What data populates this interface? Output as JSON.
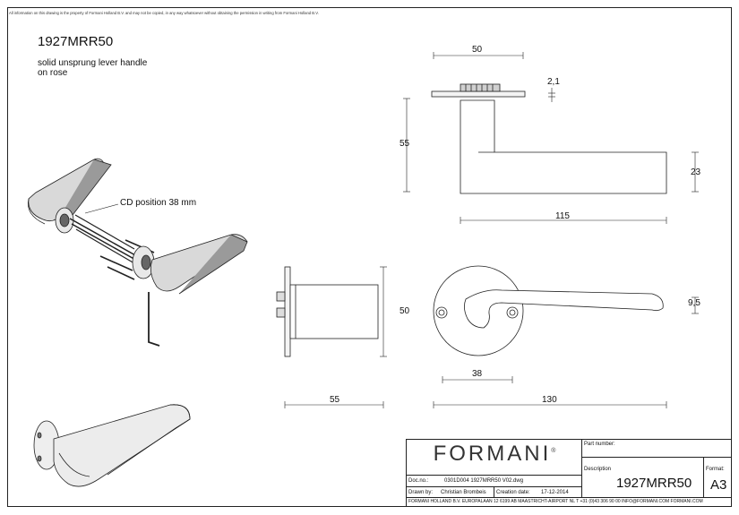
{
  "notice": "All information on this drawing is the property of Formani Holland B.V. and may not be copied, in any way whatsoever without obtaining the permission in writing from Formani Holland B.V.",
  "part_number": "1927MRR50",
  "description_lines": [
    "solid unsprung lever handle",
    "on rose"
  ],
  "callout": "CD position 38 mm",
  "dimensions": {
    "top_width": "50",
    "rose_thickness": "2,1",
    "height_55": "55",
    "lever_height": "23",
    "lever_length": "115",
    "side_height": "50",
    "side_depth": "55",
    "lever_thickness": "9,5",
    "cd": "38",
    "total_length": "130"
  },
  "title_block": {
    "brand": "FORMANI",
    "brand_mark": "®",
    "part_number_label": "Part number:",
    "description_label": "Description",
    "description_value": "1927MRR50",
    "format_label": "Format:",
    "format_value": "A3",
    "doc_no_label": "Doc.no.:",
    "doc_no_value": "0301D004 1927MRR50 V02.dwg",
    "drawn_by_label": "Drawn by:",
    "drawn_by_value": "Christian Brombeis",
    "creation_date_label": "Creation date:",
    "creation_date_value": "17-12-2014",
    "footer": "FORMANI HOLLAND B.V.  EUROPALAAN 12  6199 AB MAASTRICHT-AIRPORT NL  T +31 (0)43 306 90 00 INFO@FORMANI.COM FORMANI.COM"
  }
}
